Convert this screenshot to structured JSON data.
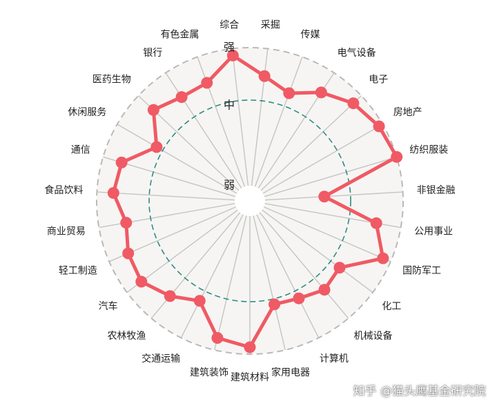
{
  "chart_data": {
    "type": "radar",
    "categories": [
      "采掘",
      "传媒",
      "电气设备",
      "电子",
      "房地产",
      "纺织服装",
      "非银金融",
      "公用事业",
      "国防军工",
      "化工",
      "机械设备",
      "计算机",
      "家用电器",
      "建筑材料",
      "建筑装饰",
      "交通运输",
      "农林牧渔",
      "汽车",
      "轻工制造",
      "商业贸易",
      "食品饮料",
      "通信",
      "休闲服务",
      "医药生物",
      "银行",
      "有色金属",
      "综合"
    ],
    "levels": [
      {
        "label": "弱",
        "value": 0
      },
      {
        "label": "中",
        "value": 0.5
      },
      {
        "label": "强",
        "value": 1.0
      }
    ],
    "range": [
      0,
      1
    ],
    "series": [
      {
        "values": [
          0.8,
          0.72,
          0.83,
          0.92,
          0.97,
          1.0,
          0.43,
          0.82,
          0.94,
          0.7,
          0.73,
          0.68,
          0.66,
          0.95,
          0.91,
          0.7,
          0.79,
          0.87,
          0.85,
          0.8,
          0.88,
          0.86,
          0.67,
          0.85,
          0.79,
          0.8,
          0.95
        ],
        "color": "#f05a64"
      }
    ],
    "colors": {
      "background": "#f6f5f3",
      "spoke": "#c4c4c4",
      "outer_ring": "#b9b9b9",
      "mid_ring": "#2e8b86"
    }
  },
  "watermark": "知乎 @猫头鹰基金研究院"
}
